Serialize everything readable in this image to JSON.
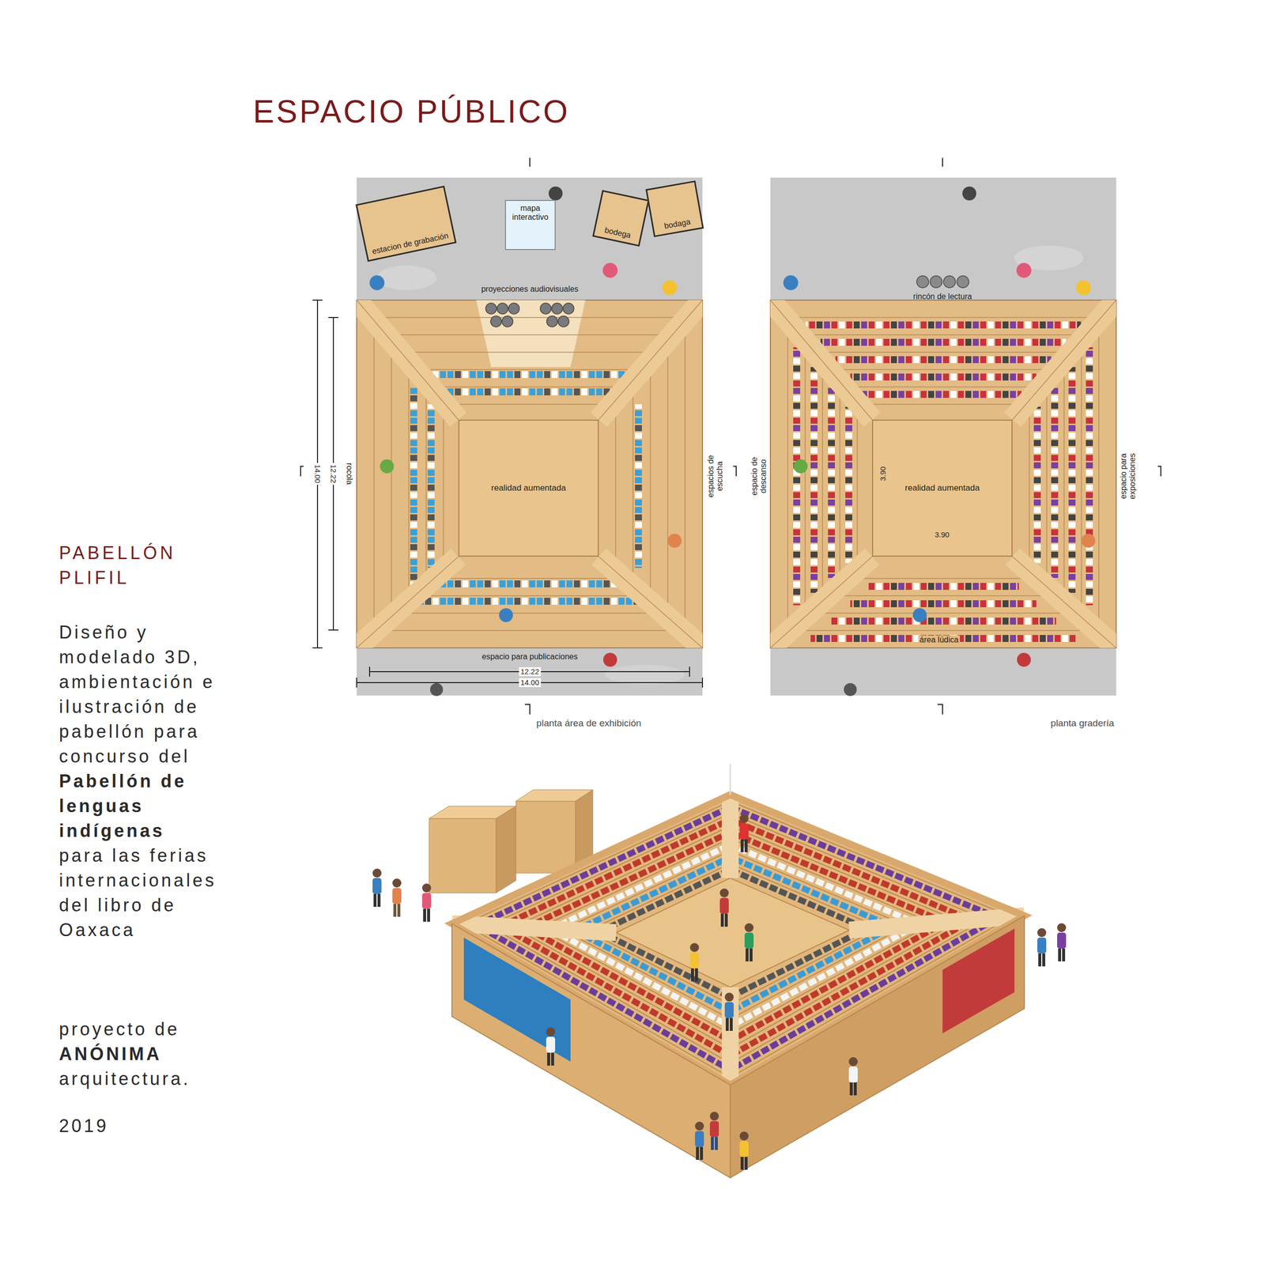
{
  "diagram": {
    "title": "ESPACIO PÚBLICO",
    "nodes": [
      {
        "text": [
          "estacion de grabación"
        ]
      },
      {
        "text": [
          "mapa interactivo"
        ]
      },
      {
        "text": [
          "bodega"
        ]
      },
      {
        "text": [
          "bodaga"
        ]
      },
      {
        "text": [
          "realidad aumentada"
        ]
      },
      {
        "text": [
          "realidad aumentada"
        ]
      }
    ],
    "labels": [
      "proyecciones audiovisuales",
      "rocola",
      "14.00",
      "12.22",
      "espacios de escucha",
      "espacio para publicaciones",
      "12.22",
      "14.00",
      "planta área de exhibición",
      "rincón de lectura",
      "espacio de descanso",
      "3.90",
      "3.90",
      "espacio para exposiciones",
      "área lúdica",
      "planta gradería",
      "PABELLÓN PLIFIL",
      "Diseño y modelado 3D, ambientación e ilustración de pabellón para concurso del",
      "Pabellón de lenguas indígenas",
      "para las ferias internacionales del libro de Oaxaca",
      "proyecto de",
      "ANÓNIMA",
      "arquitectura.",
      "2019"
    ]
  }
}
